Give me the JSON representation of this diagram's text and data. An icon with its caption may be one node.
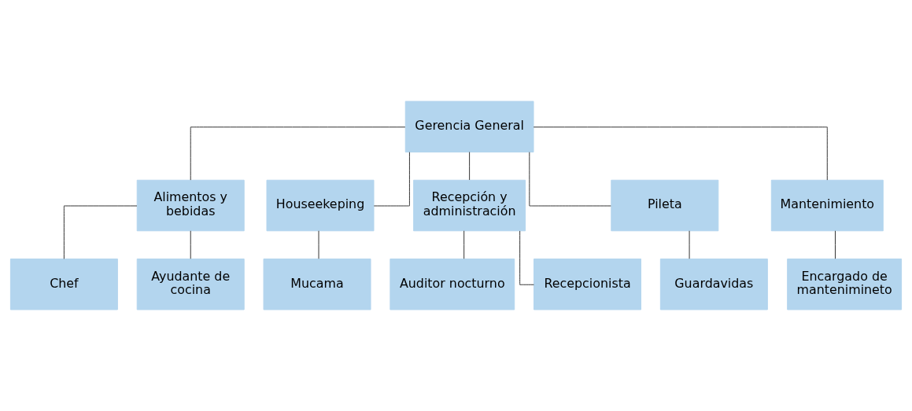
{
  "diagram": {
    "nodes": [
      {
        "text": [
          "Gerencia General"
        ]
      },
      {
        "text": [
          "Alimentos y bebidas"
        ]
      },
      {
        "text": [
          "Houseekeping"
        ]
      },
      {
        "text": [
          "Recepción y administración"
        ]
      },
      {
        "text": [
          "Pileta"
        ]
      },
      {
        "text": [
          "Mantenimiento"
        ]
      },
      {
        "text": [
          "Chef"
        ]
      },
      {
        "text": [
          "Ayudante de cocina"
        ]
      },
      {
        "text": [
          "Mucama"
        ]
      },
      {
        "text": [
          "Auditor nocturno"
        ]
      },
      {
        "text": [
          "Recepcionista"
        ]
      },
      {
        "text": [
          "Guardavidas"
        ]
      },
      {
        "text": [
          "Encargado de mantenimineto"
        ]
      }
    ],
    "edges": [
      {
        "from": 0,
        "to": 1,
        "arrow": "none"
      },
      {
        "from": 0,
        "to": 2,
        "arrow": "none"
      },
      {
        "from": 0,
        "to": 3,
        "arrow": "none"
      },
      {
        "from": 0,
        "to": 4,
        "arrow": "none"
      },
      {
        "from": 0,
        "to": 5,
        "arrow": "none"
      },
      {
        "from": 1,
        "to": 6,
        "arrow": "none"
      },
      {
        "from": 1,
        "to": 7,
        "arrow": "none"
      },
      {
        "from": 2,
        "to": 8,
        "arrow": "none"
      },
      {
        "from": 3,
        "to": 9,
        "arrow": "none"
      },
      {
        "from": 3,
        "to": 10,
        "arrow": "none"
      },
      {
        "from": 4,
        "to": 11,
        "arrow": "none"
      },
      {
        "from": 5,
        "to": 12,
        "arrow": "none"
      }
    ]
  }
}
